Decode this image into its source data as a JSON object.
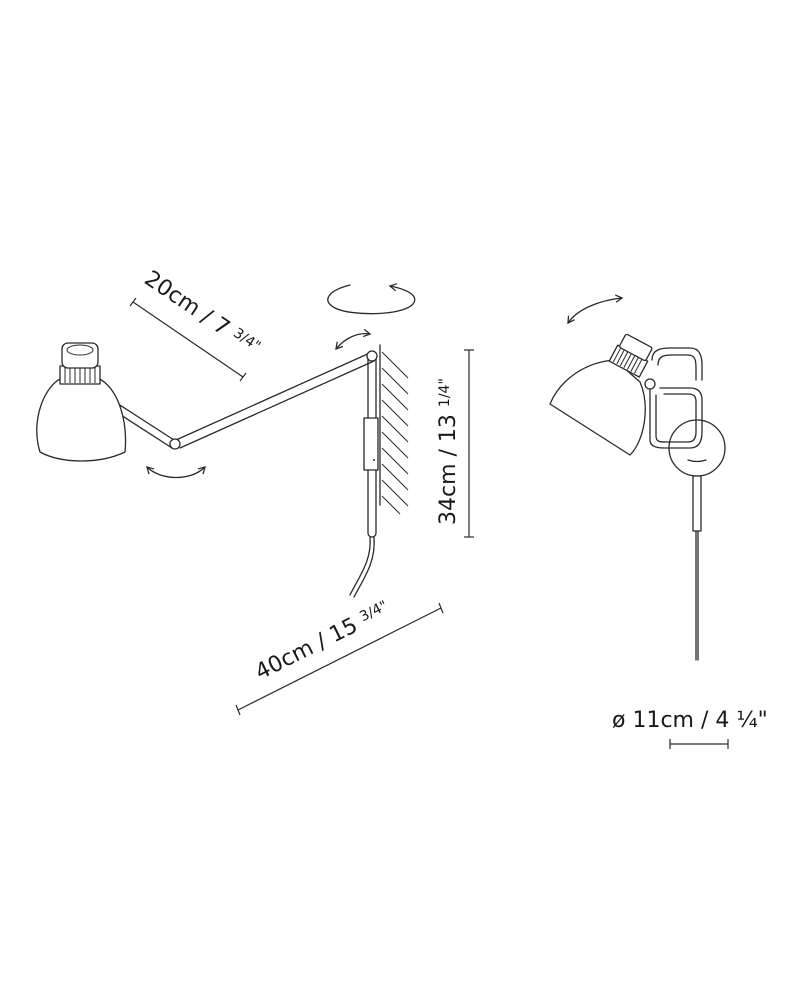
{
  "diagram": {
    "title": "Wall lamp dimension drawing",
    "side_view": {
      "arm_upper_length": {
        "metric": "20cm",
        "separator": "/",
        "imperial_whole": "7",
        "imperial_fraction": "3/4",
        "unit": "\""
      },
      "arm_total_reach": {
        "metric": "40cm",
        "separator": "/",
        "imperial_whole": "15",
        "imperial_fraction": "3/4",
        "unit": "\""
      },
      "mount_height": {
        "metric": "34cm",
        "separator": "/",
        "imperial_whole": "13",
        "imperial_fraction": "1/4",
        "unit": "\""
      },
      "rotation_indicators": [
        "rotate-horizontal-icon",
        "pivot-top-icon",
        "pivot-elbow-icon"
      ]
    },
    "front_view": {
      "shade_diameter": {
        "prefix": "ø",
        "metric": "11cm",
        "separator": "/",
        "imperial_whole": "4",
        "imperial_fraction": "¼",
        "unit": "\""
      },
      "rotation_indicators": [
        "tilt-shade-icon"
      ]
    }
  },
  "labels": {
    "upper_arm": "20cm / 7",
    "upper_arm_frac": "3/4\"",
    "reach": "40cm / 15",
    "reach_frac": "3/4\"",
    "height": "34cm / 13",
    "height_frac": "1/4\"",
    "diameter": "ø 11cm / 4 ¼\""
  },
  "colors": {
    "line": "#2a2a2a",
    "background": "#ffffff"
  }
}
